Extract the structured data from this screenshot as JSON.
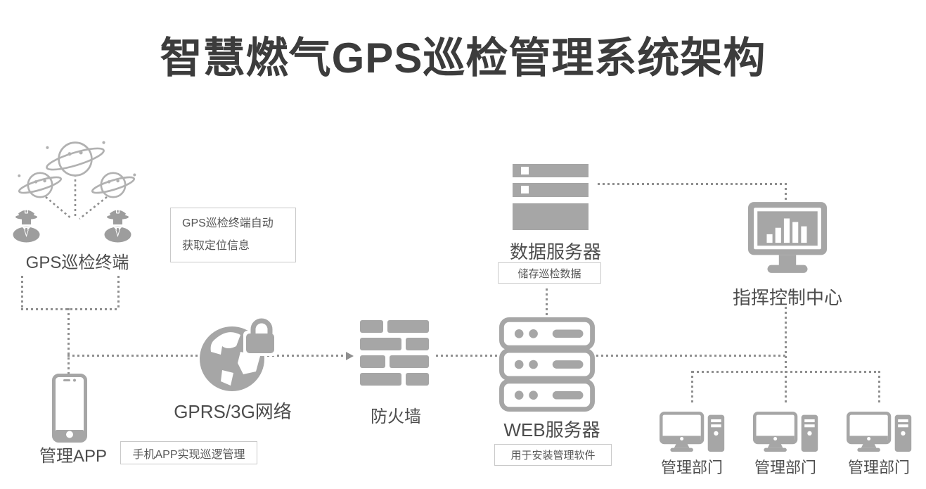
{
  "title": "智慧燃气GPS巡检管理系统架构",
  "nodes": {
    "gps_terminal": {
      "label": "GPS巡检终端"
    },
    "gps_note": {
      "line1": "GPS巡检终端自动",
      "line2": "获取定位信息"
    },
    "app": {
      "label": "管理APP"
    },
    "app_note": {
      "text": "手机APP实现巡逻管理"
    },
    "network": {
      "label": "GPRS/3G网络"
    },
    "firewall": {
      "label": "防火墙"
    },
    "web_server": {
      "label": "WEB服务器"
    },
    "web_note": {
      "text": "用于安装管理软件"
    },
    "data_server": {
      "label": "数据服务器"
    },
    "data_note": {
      "text": "储存巡检数据"
    },
    "command_center": {
      "label": "指挥控制中心"
    },
    "departments": [
      {
        "label": "管理部门"
      },
      {
        "label": "管理部门"
      },
      {
        "label": "管理部门"
      }
    ]
  },
  "icons": [
    "satellite-icon",
    "officer-icon",
    "smartphone-icon",
    "network-globe-icon",
    "lock-icon",
    "firewall-icon",
    "web-server-icon",
    "data-server-icon",
    "command-monitor-icon",
    "desktop-computer-icon"
  ],
  "colors": {
    "icon_gray": "#a6a6a6",
    "icon_dark_gray": "#9d9d9d",
    "outline_gray": "#b1b1b1",
    "dotted_line": "#8f8f8f",
    "label_text": "#4c4c4c",
    "title_text": "#3c3c3c",
    "note_border": "#c9c9c9"
  }
}
